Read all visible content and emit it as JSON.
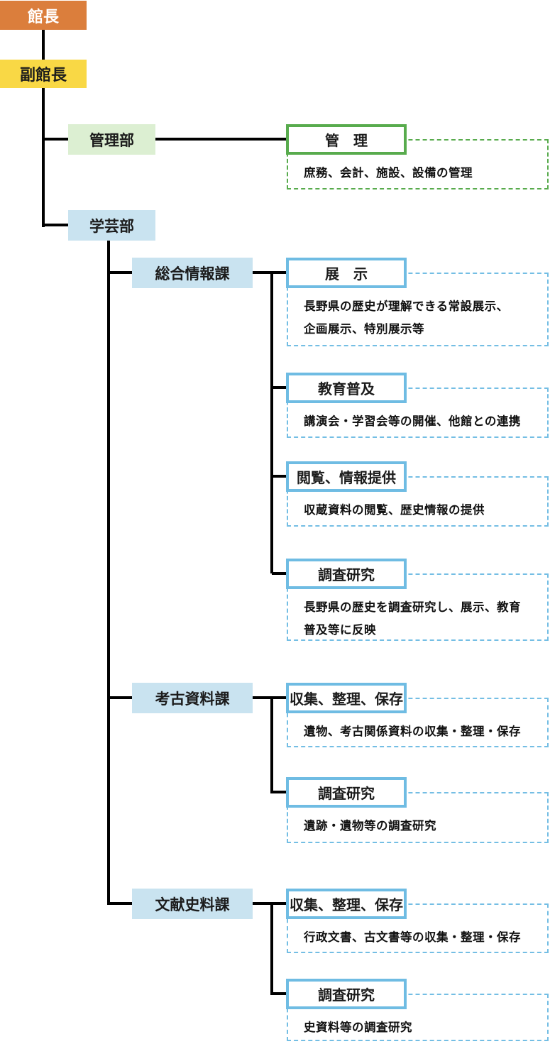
{
  "colors": {
    "director_bg": "#DB7E3C",
    "deputy_bg": "#F9D845",
    "admin_bg": "#DCEFD2",
    "admin_border": "#58AB4D",
    "curatorial_bg": "#C9E3F0",
    "unit_border_blue": "#6FBCE3",
    "dashed_blue": "#74BEE4",
    "line": "#000000",
    "text_dark": "#1C1C1C",
    "text_light": "#FFFFFF"
  },
  "org_chart": {
    "director": {
      "label": "館長"
    },
    "deputy_director": {
      "label": "副館長"
    },
    "admin_dept": {
      "label": "管理部",
      "units": [
        {
          "title": "管　理",
          "desc": "庶務、会計、施設、設備の管理"
        }
      ]
    },
    "curatorial_dept": {
      "label": "学芸部",
      "sections": [
        {
          "label": "総合情報課",
          "units": [
            {
              "title": "展　示",
              "desc": "長野県の歴史が理解できる常設展示、\n企画展示、特別展示等"
            },
            {
              "title": "教育普及",
              "desc": "講演会・学習会等の開催、他館との連携"
            },
            {
              "title": "閲覧、情報提供",
              "desc": "収蔵資料の閲覧、歴史情報の提供"
            },
            {
              "title": "調査研究",
              "desc": "長野県の歴史を調査研究し、展示、教育\n普及等に反映"
            }
          ]
        },
        {
          "label": "考古資料課",
          "units": [
            {
              "title": "収集、整理、保存",
              "desc": "遺物、考古関係資料の収集・整理・保存"
            },
            {
              "title": "調査研究",
              "desc": "遺跡・遺物等の調査研究"
            }
          ]
        },
        {
          "label": "文献史料課",
          "units": [
            {
              "title": "収集、整理、保存",
              "desc": "行政文書、古文書等の収集・整理・保存"
            },
            {
              "title": "調査研究",
              "desc": "史資料等の調査研究"
            }
          ]
        }
      ]
    }
  }
}
